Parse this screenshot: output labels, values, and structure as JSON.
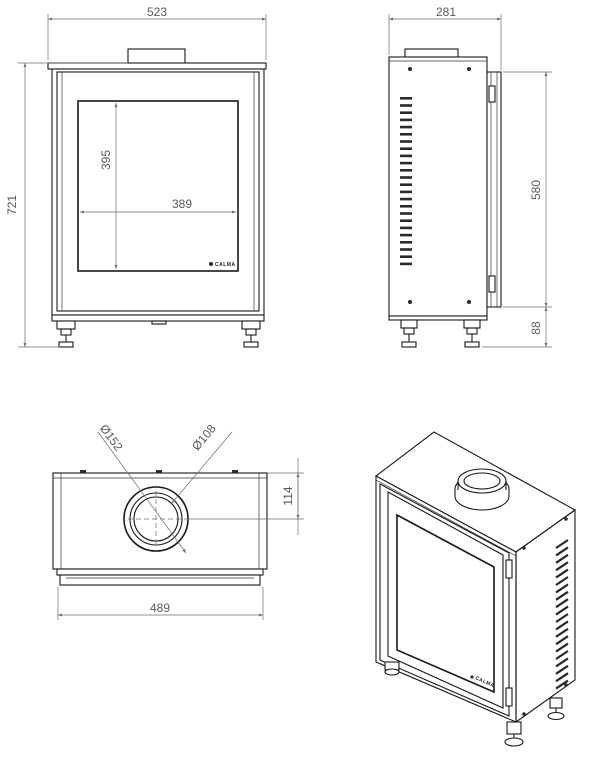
{
  "brand": "CALMA",
  "front_view": {
    "overall_width": "523",
    "overall_height": "721",
    "glass_height": "395",
    "glass_width": "389"
  },
  "side_view": {
    "depth": "281",
    "door_height": "580",
    "leg_height": "88"
  },
  "top_view": {
    "outer_flue_diameter": "Ø152",
    "inner_flue_diameter": "Ø108",
    "flue_offset": "114",
    "body_width": "489"
  },
  "iso_view": {
    "brand": "CALMA"
  }
}
